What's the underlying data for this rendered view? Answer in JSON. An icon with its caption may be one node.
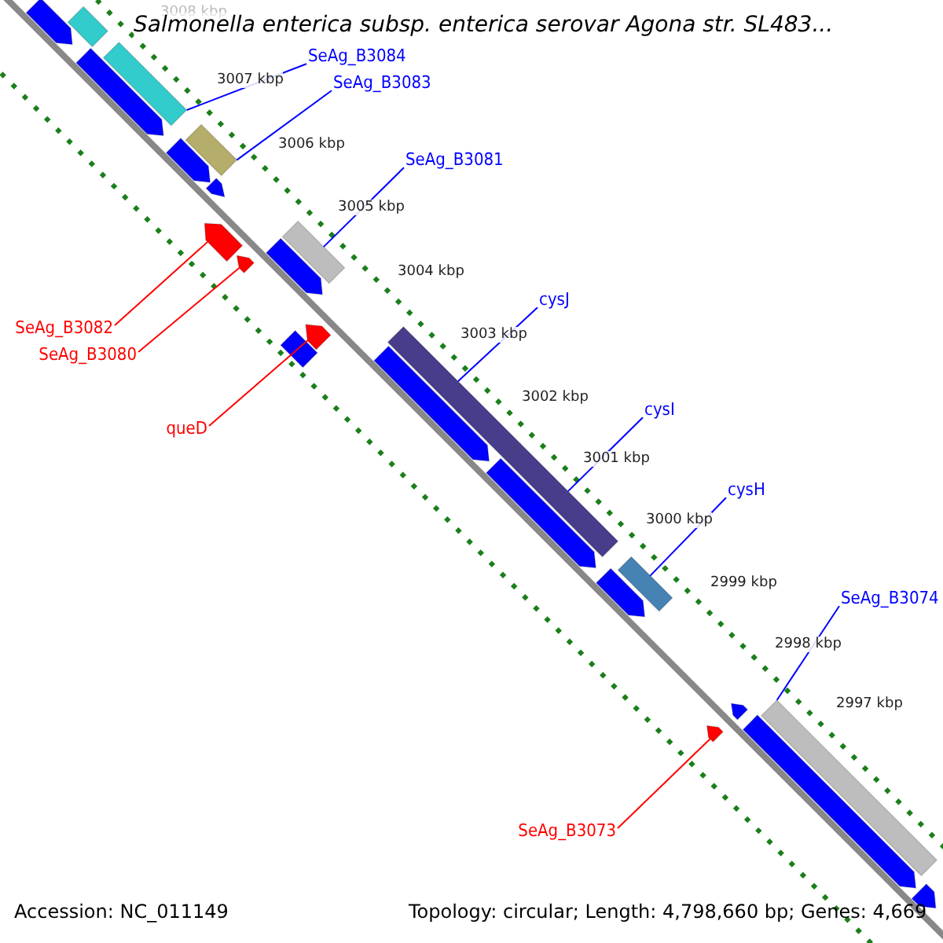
{
  "diagram": {
    "title": "Salmonella enterica subsp. enterica serovar Agona str. SL483...",
    "nodes": [
      {
        "text": [
          "SeAg_B3084"
        ]
      },
      {
        "text": [
          "SeAg_B3083"
        ]
      },
      {
        "text": [
          "SeAg_B3081"
        ]
      },
      {
        "text": [
          "cysJ"
        ]
      },
      {
        "text": [
          "cysI"
        ]
      },
      {
        "text": [
          "cysH"
        ]
      },
      {
        "text": [
          "SeAg_B3074"
        ]
      },
      {
        "text": [
          "SeAg_B3082"
        ]
      },
      {
        "text": [
          "SeAg_B3080"
        ]
      },
      {
        "text": [
          "queD"
        ]
      },
      {
        "text": [
          "SeAg_B3073"
        ]
      },
      {
        "text": [],
        "shape": "bar"
      },
      {
        "text": [],
        "shape": "bar"
      },
      {
        "text": [],
        "shape": "bar"
      },
      {
        "text": [],
        "shape": "bar"
      },
      {
        "text": [],
        "shape": "bar"
      },
      {
        "text": [],
        "shape": "bar"
      },
      {
        "text": [],
        "shape": "bar"
      },
      {
        "text": [],
        "shape": "arrow"
      },
      {
        "text": [],
        "shape": "arrow"
      },
      {
        "text": [],
        "shape": "arrow"
      },
      {
        "text": [],
        "shape": "arrow"
      },
      {
        "text": [],
        "shape": "bar"
      },
      {
        "text": [],
        "shape": "arrow"
      },
      {
        "text": [],
        "shape": "arrow"
      },
      {
        "text": [],
        "shape": "arrow"
      },
      {
        "text": [],
        "shape": "arrow"
      },
      {
        "text": [],
        "shape": "arrow"
      },
      {
        "text": [],
        "shape": "arrow"
      },
      {
        "text": [],
        "shape": "arrow"
      },
      {
        "text": [],
        "shape": "arrow"
      },
      {
        "text": [],
        "shape": "arrow"
      },
      {
        "text": [],
        "shape": "arrow"
      },
      {
        "text": [],
        "shape": "arrow"
      },
      {
        "text": [],
        "shape": "bar"
      }
    ],
    "edges": [
      {
        "from": 0,
        "to": 11,
        "arrow": "none"
      },
      {
        "from": 1,
        "to": 12,
        "arrow": "none"
      },
      {
        "from": 2,
        "to": 13,
        "arrow": "none"
      },
      {
        "from": 3,
        "to": 14,
        "arrow": "none"
      },
      {
        "from": 4,
        "to": 15,
        "arrow": "none"
      },
      {
        "from": 5,
        "to": 16,
        "arrow": "none"
      },
      {
        "from": 6,
        "to": 17,
        "arrow": "none"
      },
      {
        "from": 7,
        "to": 18,
        "arrow": "none",
        "color": "#ff0000"
      },
      {
        "from": 8,
        "to": 19,
        "arrow": "none",
        "color": "#ff0000"
      },
      {
        "from": 9,
        "to": 20,
        "arrow": "none",
        "color": "#ff0000"
      },
      {
        "from": 10,
        "to": 21,
        "arrow": "none",
        "color": "#ff0000"
      }
    ],
    "labels": [
      "3008 kbp",
      "3007 kbp",
      "3006 kbp",
      "3005 kbp",
      "3004 kbp",
      "3003 kbp",
      "3002 kbp",
      "3001 kbp",
      "3000 kbp",
      "2999 kbp",
      "2998 kbp",
      "2997 kbp",
      "Accession: NC_011149",
      "Topology: circular; Length: 4,798,660 bp; Genes: 4,669"
    ]
  }
}
